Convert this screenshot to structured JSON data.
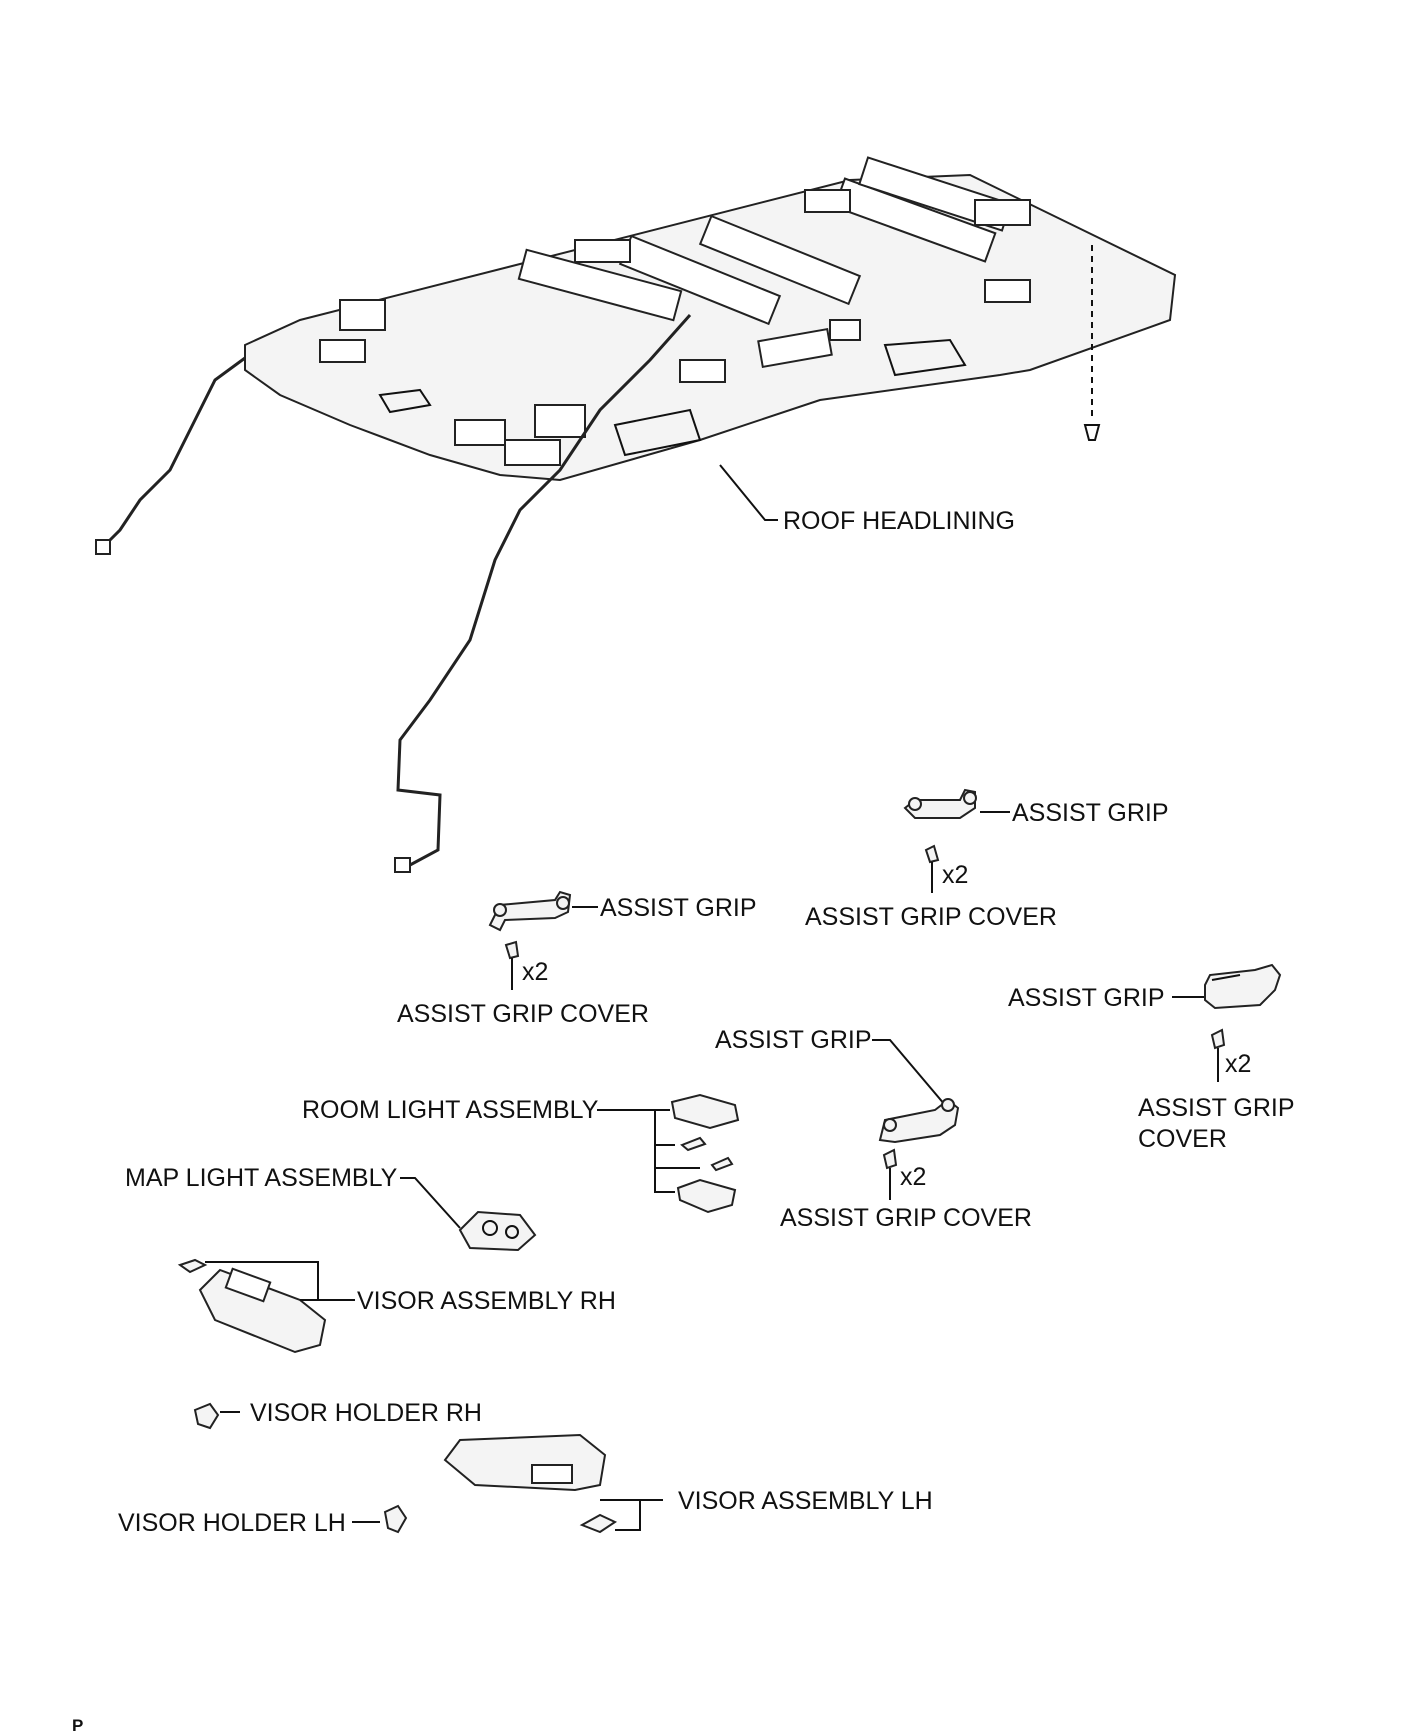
{
  "labels": {
    "roof_headlining": "ROOF HEADLINING",
    "assist_grip_1": "ASSIST GRIP",
    "assist_grip_cover_1": "ASSIST GRIP COVER",
    "qty_1": "x2",
    "assist_grip_2": "ASSIST GRIP",
    "assist_grip_cover_2": "ASSIST GRIP COVER",
    "qty_2": "x2",
    "assist_grip_3": "ASSIST GRIP",
    "assist_grip_cover_3_line1": "ASSIST GRIP",
    "assist_grip_cover_3_line2": "COVER",
    "qty_3": "x2",
    "assist_grip_4": "ASSIST GRIP",
    "assist_grip_cover_4": "ASSIST GRIP COVER",
    "qty_4": "x2",
    "room_light_assembly": "ROOM LIGHT ASSEMBLY",
    "map_light_assembly": "MAP LIGHT ASSEMBLY",
    "visor_assembly_rh": "VISOR ASSEMBLY RH",
    "visor_holder_rh": "VISOR HOLDER RH",
    "visor_assembly_lh": "VISOR ASSEMBLY LH",
    "visor_holder_lh": "VISOR HOLDER LH"
  },
  "footer_mark": "P"
}
